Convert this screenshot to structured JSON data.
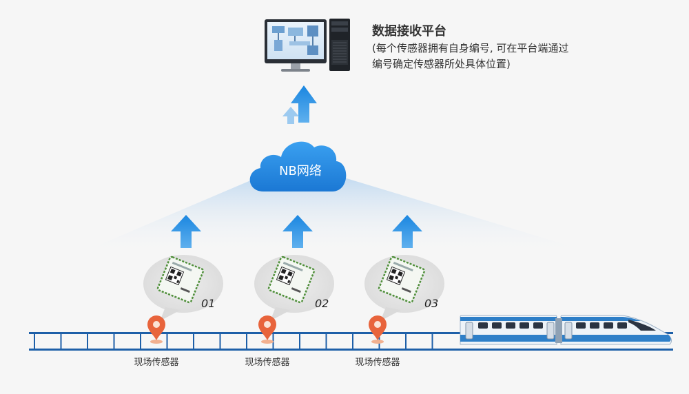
{
  "platform": {
    "title": "数据接收平台",
    "description": "(每个传感器拥有自身编号, 可在平台端通过\n 编号确定传感器所处具体位置)"
  },
  "cloud": {
    "label": "NB网络"
  },
  "nodes": [
    {
      "number": "01",
      "label": "现场传感器"
    },
    {
      "number": "02",
      "label": "现场传感器"
    },
    {
      "number": "03",
      "label": "现场传感器"
    }
  ],
  "colors": {
    "accent": "#1a86e0",
    "pin": "#e8643c",
    "rail": "#1d5fa8",
    "train_blue": "#2e7fc8",
    "train_body": "#eef3f8"
  },
  "icons": [
    "computer-icon",
    "cloud-icon",
    "arrow-up-icon",
    "chip-icon",
    "location-pin-icon",
    "train-icon"
  ]
}
